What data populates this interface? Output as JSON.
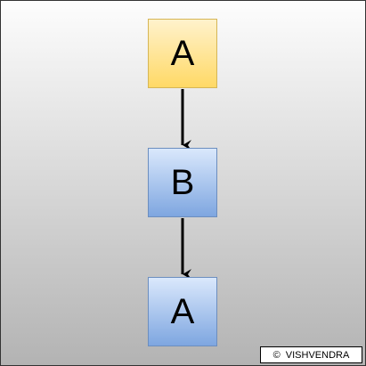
{
  "diagram": {
    "nodes": [
      {
        "id": "node-1",
        "label": "A",
        "fill": "#ffd966",
        "stroke": "#d6b656"
      },
      {
        "id": "node-2",
        "label": "B",
        "fill": "#7ea6e0",
        "stroke": "#6c8ebf"
      },
      {
        "id": "node-3",
        "label": "A",
        "fill": "#7ea6e0",
        "stroke": "#6c8ebf"
      }
    ],
    "edges": [
      {
        "from": "node-1",
        "to": "node-2"
      },
      {
        "from": "node-2",
        "to": "node-3"
      }
    ]
  },
  "watermark": {
    "symbol": "©",
    "text": "VISHVENDRA"
  }
}
